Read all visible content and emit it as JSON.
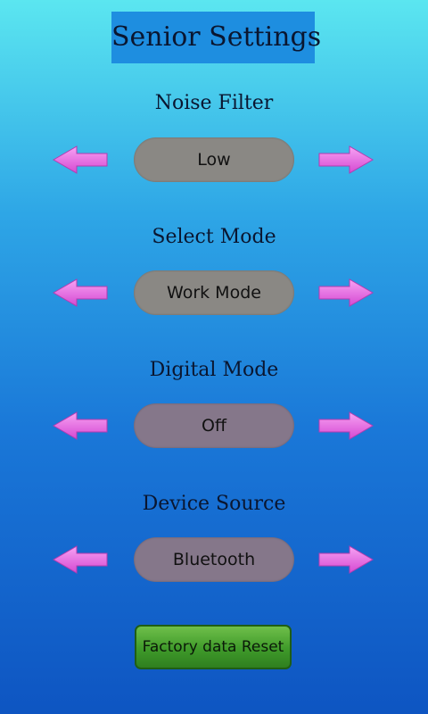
{
  "header": {
    "title": "Senior Settings"
  },
  "settings": [
    {
      "label": "Noise Filter",
      "value": "Low"
    },
    {
      "label": "Select Mode",
      "value": "Work Mode"
    },
    {
      "label": "Digital Mode",
      "value": "Off"
    },
    {
      "label": "Device Source",
      "value": "Bluetooth"
    }
  ],
  "actions": {
    "reset_label": "Factory data Reset"
  },
  "icons": {
    "left": "arrow-left-icon",
    "right": "arrow-right-icon"
  },
  "colors": {
    "arrow": "#e45ee0",
    "pill_gray": "#8a8884",
    "pill_purple": "#85778a",
    "reset_green": "#3f9a2a",
    "title_bg": "#1e8ee0"
  }
}
